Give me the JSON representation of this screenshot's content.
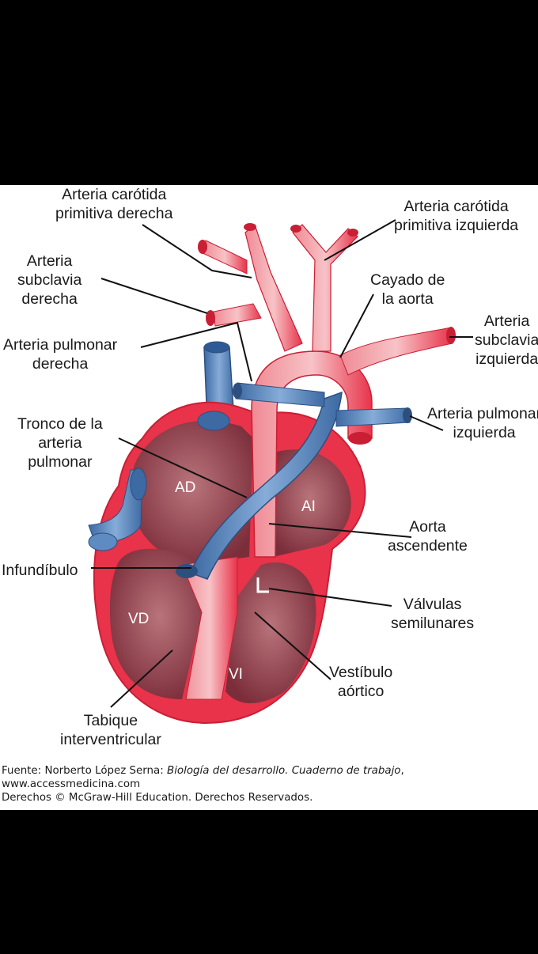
{
  "labels": {
    "carotida_der": "Arteria carótida\nprimitiva derecha",
    "carotida_izq": "Arteria carótida\nprimitiva izquierda",
    "subclavia_der": "Arteria\nsubclavia\nderecha",
    "cayado": "Cayado de\nla aorta",
    "subclavia_izq": "Arteria\nsubclavia\nizquierda",
    "pulmonar_der": "Arteria pulmonar\nderecha",
    "pulmonar_izq": "Arteria pulmonar\nizquierda",
    "tronco": "Tronco de la\narteria\npulmonar",
    "aorta_asc": "Aorta\nascendente",
    "infundibulo": "Infundíbulo",
    "valvulas": "Válvulas\nsemilunares",
    "vestibulo": "Vestíbulo\naórtico",
    "tabique": "Tabique\ninterventricular"
  },
  "chambers": {
    "ad": "AD",
    "ai": "AI",
    "vd": "VD",
    "vi": "VI"
  },
  "source": {
    "prefix": "Fuente: Norberto López Serna: ",
    "book": "Biología del desarrollo. Cuaderno de trabajo",
    "suffix": ",",
    "url": "www.accessmedicina.com",
    "rights": "Derechos © McGraw-Hill Education. Derechos Reservados."
  },
  "colors": {
    "artery": "#e8334a",
    "artery_light": "#f6a3a8",
    "vein": "#4f7fb8",
    "chamber_dark": "#8a3a45",
    "background_bars": "#000000"
  }
}
